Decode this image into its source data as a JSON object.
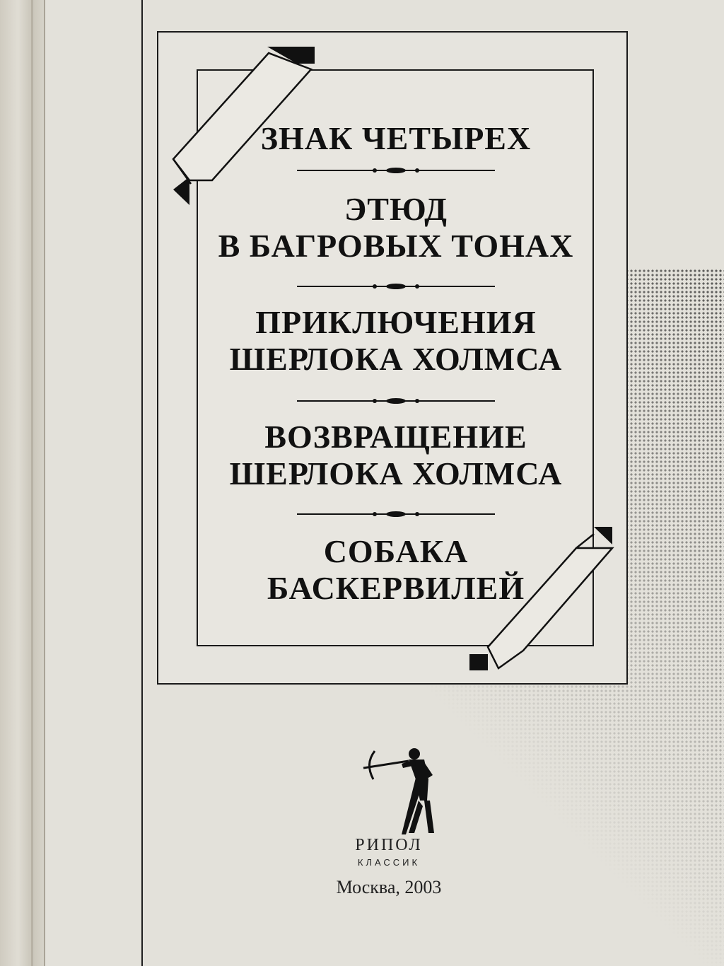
{
  "titles": [
    {
      "lines": [
        "ЗНАК ЧЕТЫРЕХ"
      ]
    },
    {
      "lines": [
        "ЭТЮД",
        "В БАГРОВЫХ ТОНАХ"
      ]
    },
    {
      "lines": [
        "ПРИКЛЮЧЕНИЯ",
        "ШЕРЛОКА ХОЛМСА"
      ]
    },
    {
      "lines": [
        "ВОЗВРАЩЕНИЕ",
        "ШЕРЛОКА ХОЛМСА"
      ]
    },
    {
      "lines": [
        "СОБАКА",
        "БАСКЕРВИЛЕЙ"
      ]
    }
  ],
  "publisher": {
    "name": "РИПОЛ",
    "series": "КЛАССИК",
    "city_year": "Москва, 2003"
  },
  "colors": {
    "ink": "#111111",
    "paper": "#e3e1da"
  },
  "icons": {
    "logo": "archer-logo-icon"
  }
}
